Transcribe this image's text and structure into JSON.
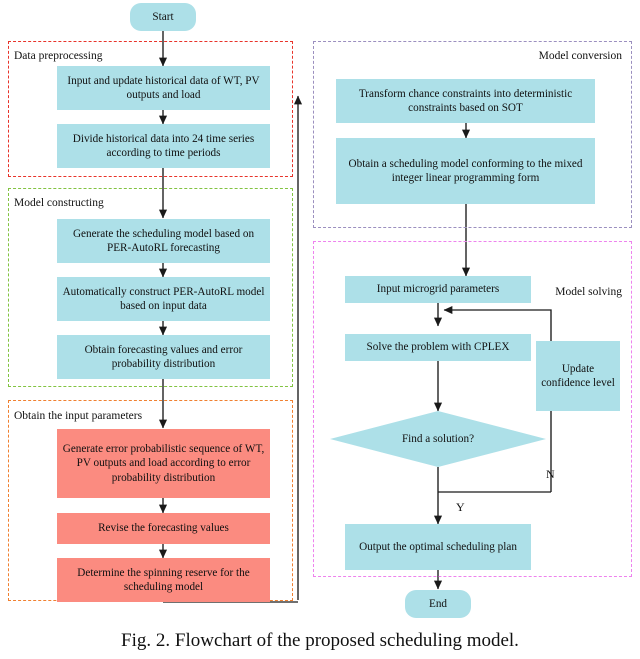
{
  "figure": {
    "caption": "Fig. 2.  Flowchart of the proposed scheduling model.",
    "colors": {
      "process_blue": "#ade0e8",
      "process_salmon": "#fb8b80",
      "group_data_preprocessing": "#e8332a",
      "group_model_constructing": "#82c341",
      "group_obtain_input_parameters": "#f08030",
      "group_model_conversion": "#9b8fbf",
      "group_model_solving": "#ee82ee",
      "connector": "#1a1a1a"
    }
  },
  "terminators": {
    "start": "Start",
    "end": "End"
  },
  "groups": {
    "data_preprocessing": {
      "label": "Data preprocessing",
      "nodes": [
        {
          "id": "input-historical-data",
          "text": "Input and update historical data of WT, PV outputs and load"
        },
        {
          "id": "divide-historical-data",
          "text": "Divide historical data into 24 time series according to time periods"
        }
      ]
    },
    "model_constructing": {
      "label": "Model constructing",
      "nodes": [
        {
          "id": "generate-scheduling-model",
          "text": "Generate the scheduling model based on PER-AutoRL forecasting"
        },
        {
          "id": "construct-per-autorl-model",
          "text": "Automatically construct PER-AutoRL model based on input data"
        },
        {
          "id": "obtain-forecasting-values",
          "text": "Obtain forecasting values and error probability distribution"
        }
      ]
    },
    "obtain_input_parameters": {
      "label": "Obtain the input parameters",
      "nodes": [
        {
          "id": "generate-error-sequence",
          "text": "Generate error probabilistic sequence of WT, PV outputs and load according to error probability distribution"
        },
        {
          "id": "revise-forecasting-values",
          "text": "Revise the forecasting values"
        },
        {
          "id": "determine-spinning-reserve",
          "text": "Determine the spinning reserve for the scheduling model"
        }
      ]
    },
    "model_conversion": {
      "label": "Model conversion",
      "nodes": [
        {
          "id": "transform-chance-constraints",
          "text": "Transform chance constraints into deterministic constraints based on SOT"
        },
        {
          "id": "obtain-milp-model",
          "text": "Obtain a scheduling model conforming to the mixed integer linear programming form"
        }
      ]
    },
    "model_solving": {
      "label": "Model solving",
      "nodes": [
        {
          "id": "input-microgrid-parameters",
          "text": "Input microgrid parameters"
        },
        {
          "id": "solve-with-cplex",
          "text": "Solve the problem with CPLEX"
        },
        {
          "id": "update-confidence-level",
          "text": "Update confidence level"
        },
        {
          "id": "output-optimal-plan",
          "text": "Output the optimal scheduling plan"
        }
      ],
      "decision": {
        "id": "find-a-solution",
        "text": "Find a solution?"
      },
      "edge_labels": {
        "yes": "Y",
        "no": "N"
      }
    }
  }
}
